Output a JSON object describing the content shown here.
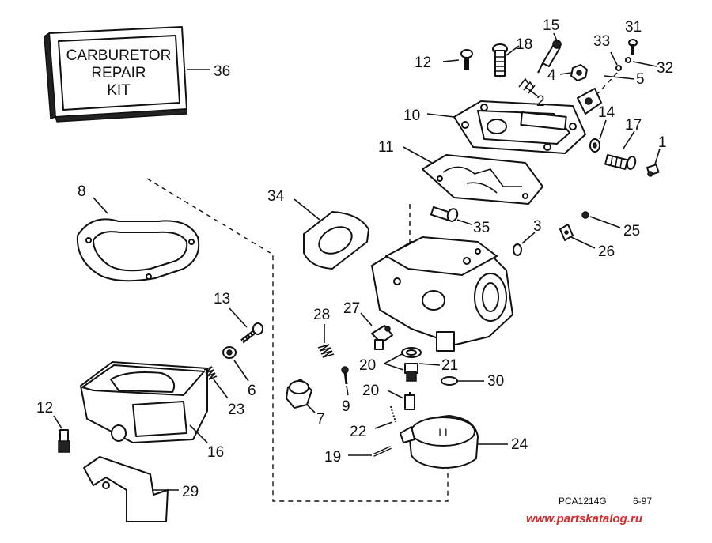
{
  "kit_box": {
    "line1": "CARBURETOR",
    "line2": "REPAIR",
    "line3": "KIT",
    "callout": "36"
  },
  "callouts": {
    "p1": "1",
    "p2": "2",
    "p3": "3",
    "p4": "4",
    "p5": "5",
    "p6": "6",
    "p7": "7",
    "p8": "8",
    "p9": "9",
    "p10": "10",
    "p11": "11",
    "p12_top": "12",
    "p12_bottom": "12",
    "p13": "13",
    "p14": "14",
    "p15": "15",
    "p16": "16",
    "p17": "17",
    "p18": "18",
    "p19": "19",
    "p20_a": "20",
    "p20_b": "20",
    "p21": "21",
    "p22": "22",
    "p23": "23",
    "p24": "24",
    "p25": "25",
    "p26": "26",
    "p27": "27",
    "p28": "28",
    "p29": "29",
    "p30": "30",
    "p31": "31",
    "p32": "32",
    "p33": "33",
    "p34": "34",
    "p35": "35"
  },
  "footer": {
    "drawing_code": "PCA1214G",
    "date": "6-97",
    "watermark": "www.partskatalog.ru"
  },
  "colors": {
    "line": "#111111",
    "watermark": "#d42a2a"
  }
}
